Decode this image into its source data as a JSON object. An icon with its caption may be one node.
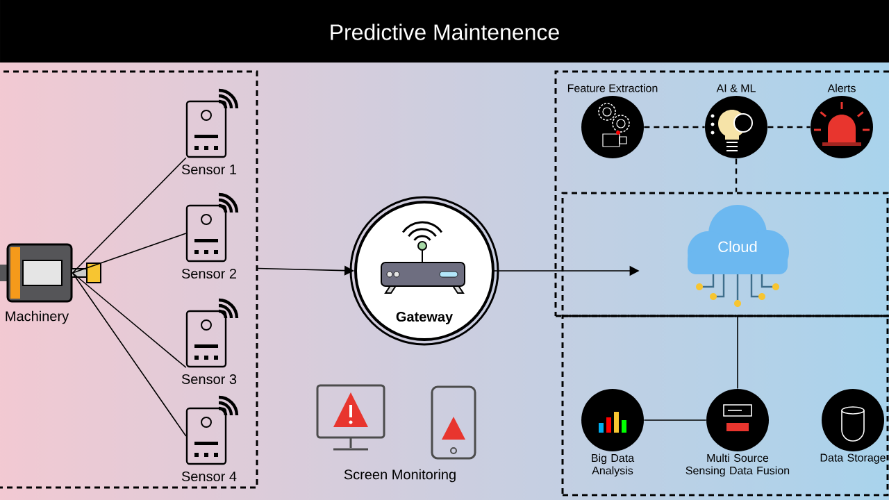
{
  "diagram": {
    "title": "Predictive Maintenence",
    "nodes": [
      {
        "text": [],
        "shape": "box"
      },
      {
        "text": [
          "Machinery"
        ],
        "in": 0
      },
      {
        "text": [
          "Sensor 1"
        ],
        "in": 0
      },
      {
        "text": [
          "Sensor 2"
        ],
        "in": 0
      },
      {
        "text": [
          "Sensor 3"
        ],
        "in": 0
      },
      {
        "text": [
          "Sensor 4"
        ],
        "in": 0
      },
      {
        "text": [
          "Gateway"
        ]
      },
      {
        "text": [],
        "shape": "box"
      },
      {
        "text": [
          "Feature Extraction"
        ],
        "in": 7
      },
      {
        "text": [
          "AI & ML"
        ],
        "in": 7
      },
      {
        "text": [
          "Alerts"
        ],
        "in": 7
      },
      {
        "text": [],
        "shape": "box",
        "in": 7
      },
      {
        "text": [
          "Cloud"
        ],
        "in": 11
      },
      {
        "text": [],
        "shape": "box"
      },
      {
        "text": [
          "Big Data Analysis"
        ],
        "in": 13
      },
      {
        "text": [
          "Multi Source Sensing Data Fusion"
        ],
        "in": 13
      },
      {
        "text": [
          "Data Storage"
        ],
        "in": 13
      },
      {
        "text": [
          "Screen Monitoring"
        ]
      }
    ],
    "edges": [
      {
        "from": 1,
        "to": 2,
        "arrow": "none"
      },
      {
        "from": 1,
        "to": 3,
        "arrow": "none"
      },
      {
        "from": 1,
        "to": 4,
        "arrow": "none"
      },
      {
        "from": 1,
        "to": 5,
        "arrow": "none"
      },
      {
        "from": 0,
        "to": 6,
        "arrow": "to"
      },
      {
        "from": 6,
        "to": 12,
        "arrow": "to"
      },
      {
        "from": 8,
        "to": 9,
        "arrow": "none",
        "style": "dashed"
      },
      {
        "from": 9,
        "to": 10,
        "arrow": "none",
        "style": "dashed"
      },
      {
        "from": 9,
        "to": 11,
        "arrow": "none",
        "style": "dashed"
      },
      {
        "from": 12,
        "to": 15,
        "arrow": "none"
      },
      {
        "from": 14,
        "to": 15,
        "arrow": "none"
      }
    ]
  }
}
